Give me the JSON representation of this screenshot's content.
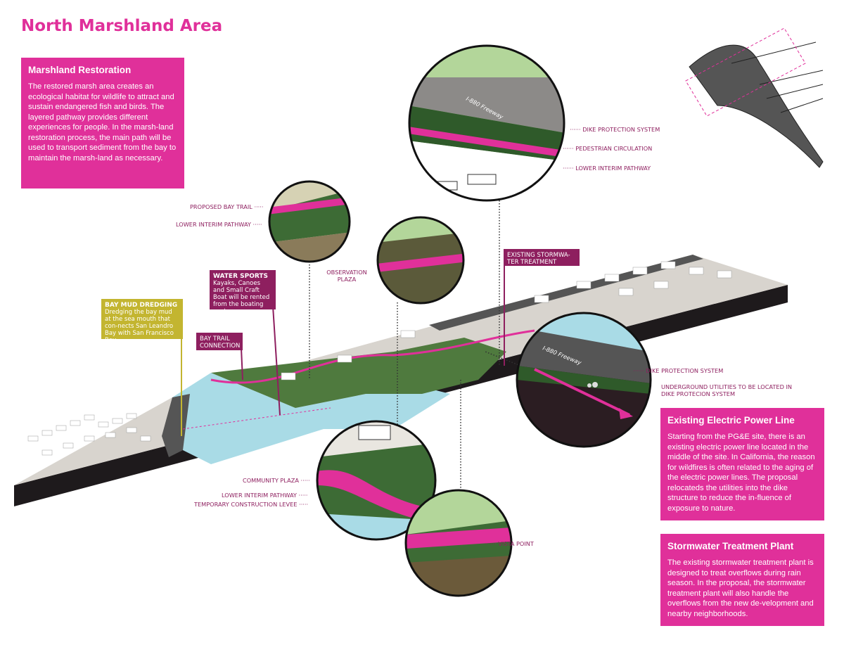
{
  "title": "North Marshland Area",
  "marshland_restoration": {
    "heading": "Marshland Restoration",
    "body": "The restored marsh area creates an ecological habitat for wildlife to attract and sustain endangered fish and birds. The layered pathway provides different experiences for people. In the marsh-land restoration process, the main path will be used to transport sediment from the bay to maintain the marsh-land as necessary."
  },
  "electric_power_line": {
    "heading": "Existing Electric Power Line",
    "body": "Starting from the PG&E site, there is an existing electric power line located in the middle of the site. In California, the reason for wildfires is often related to the aging of the electric power lines. The proposal relocateds the utilities into the dike structure to reduce the in-fluence of exposure to nature."
  },
  "stormwater_plant": {
    "heading": "Stormwater Treatment Plant",
    "body": "The existing stormwater treatment plant is designed to treat overflows during rain season. In the proposal, the stormwater treatment plant will also handle the overflows from the new de-velopment and nearby neighborhoods."
  },
  "callouts": {
    "water_sports": {
      "heading": "WATER SPORTS",
      "body": "Kayaks, Canoes and Small Craft Boat will be rented from the boating center."
    },
    "bay_trail_connection": "BAY TRAIL CONNECTION",
    "bay_mud_dredging": {
      "heading": "BAY MUD DREDGING",
      "body": "Dredging the bay mud at the sea mouth that con-nects San Leandro Bay with San Francisco Bay."
    },
    "stormwater_plant": "EXISTING STORMWA-TER TREATMENT PLANT"
  },
  "labels": {
    "dike_protection_top": "DIKE PROTECTION SYSTEM",
    "pedestrian_circulation": "PEDESTRIAN CIRCULATION",
    "lower_interim_top": "LOWER INTERIM PATHWAY",
    "proposed_bay_trail": "PROPOSED BAY TRAIL",
    "lower_interim_left": "LOWER INTERIM PATHWAY",
    "observation_plaza": "OBSERVATION PLAZA",
    "dike_protection_right": "DIKE PROTECTION SYSTEM",
    "underground_utilities": "UNDERGROUND UTILITIES TO BE LOCATED IN DIKE PROTECION SYSTEM",
    "community_plaza": "COMMUNITY PLAZA",
    "lower_interim_bottom": "LOWER INTERIM PATHWAY",
    "temporary_levee": "TEMPORARY CONSTRUCTION LEVEE",
    "vista_point": "VISTA POINT",
    "freeway_top": "I-880 Freeway",
    "freeway_right": "I-880 Freeway"
  },
  "colors": {
    "magenta": "#e0309a",
    "plum": "#8e1f5f",
    "olive": "#c3b530",
    "water": "#a9dbe6",
    "marsh": "#3d6b35"
  }
}
